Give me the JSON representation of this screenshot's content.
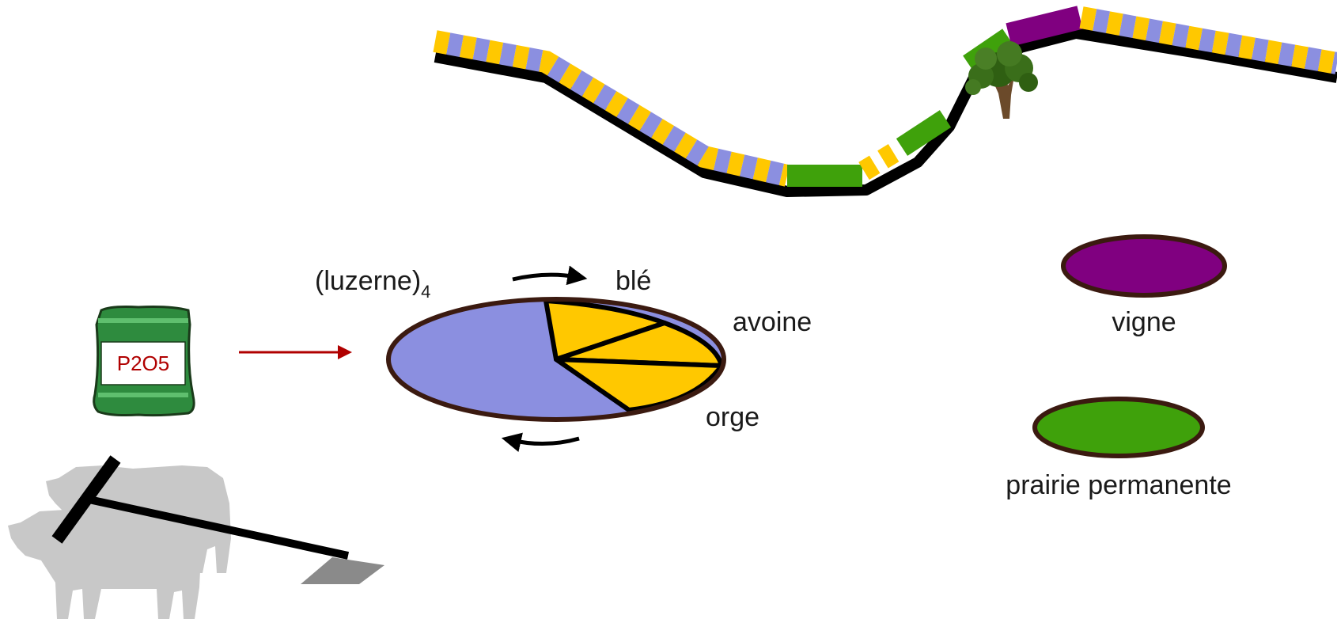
{
  "colors": {
    "luzerne": "#8b8fe0",
    "cereal": "#ffc800",
    "prairie": "#3fa10b",
    "vigne": "#800080",
    "outline": "#3b1a10",
    "border_line": "#000000",
    "arrow_red": "#b00000",
    "bag_green": "#2e8b3e",
    "bag_text": "#b00000",
    "cattle": "#c8c8c8"
  },
  "fertilizer_bag": {
    "label": "P2O5",
    "icon": "fertilizer-bag-icon"
  },
  "rotation": {
    "luzerne_label": "(luzerne)",
    "luzerne_years": "4",
    "crops": [
      "blé",
      "avoine",
      "orge"
    ],
    "rotation_arrows": "clockwise"
  },
  "legend": {
    "vigne": "vigne",
    "prairie": "prairie permanente"
  },
  "decorations": {
    "tree_icon": "tree-icon",
    "oxen_icon": "oxen-plough-icon"
  }
}
